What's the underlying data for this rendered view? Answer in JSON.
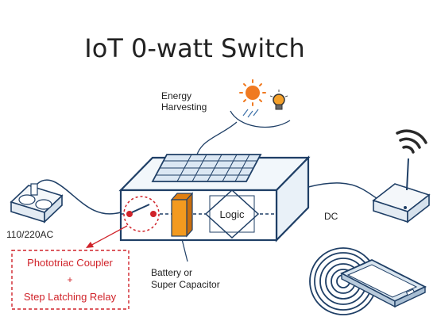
{
  "title": "IoT  0-watt Switch",
  "labels": {
    "energy_line1": "Energy",
    "energy_line2": "Harvesting",
    "logic": "Logic",
    "dc": "DC",
    "ac": "110/220AC",
    "battery_line1": "Battery  or",
    "battery_line2": "Super Capacitor"
  },
  "callout": {
    "line1": "Phototriac Coupler",
    "plus": "+",
    "line2": "Step Latching Relay"
  },
  "colors": {
    "outline": "#1f3f66",
    "box_fill": "#ffffff",
    "box_side": "#e9f1f8",
    "panel": "#dbe7f3",
    "accent_red": "#d0232a",
    "battery": "#f39a1f",
    "sun": "#f07a22",
    "wifi": "#2a2a2a"
  },
  "icons": [
    "sun-icon",
    "light-bulb-icon",
    "solar-panel-icon",
    "switch-icon",
    "battery-icon",
    "wall-socket-icon",
    "wifi-router-icon",
    "wifi-signal-icon",
    "smartphone-icon",
    "nfc-rings-icon"
  ]
}
